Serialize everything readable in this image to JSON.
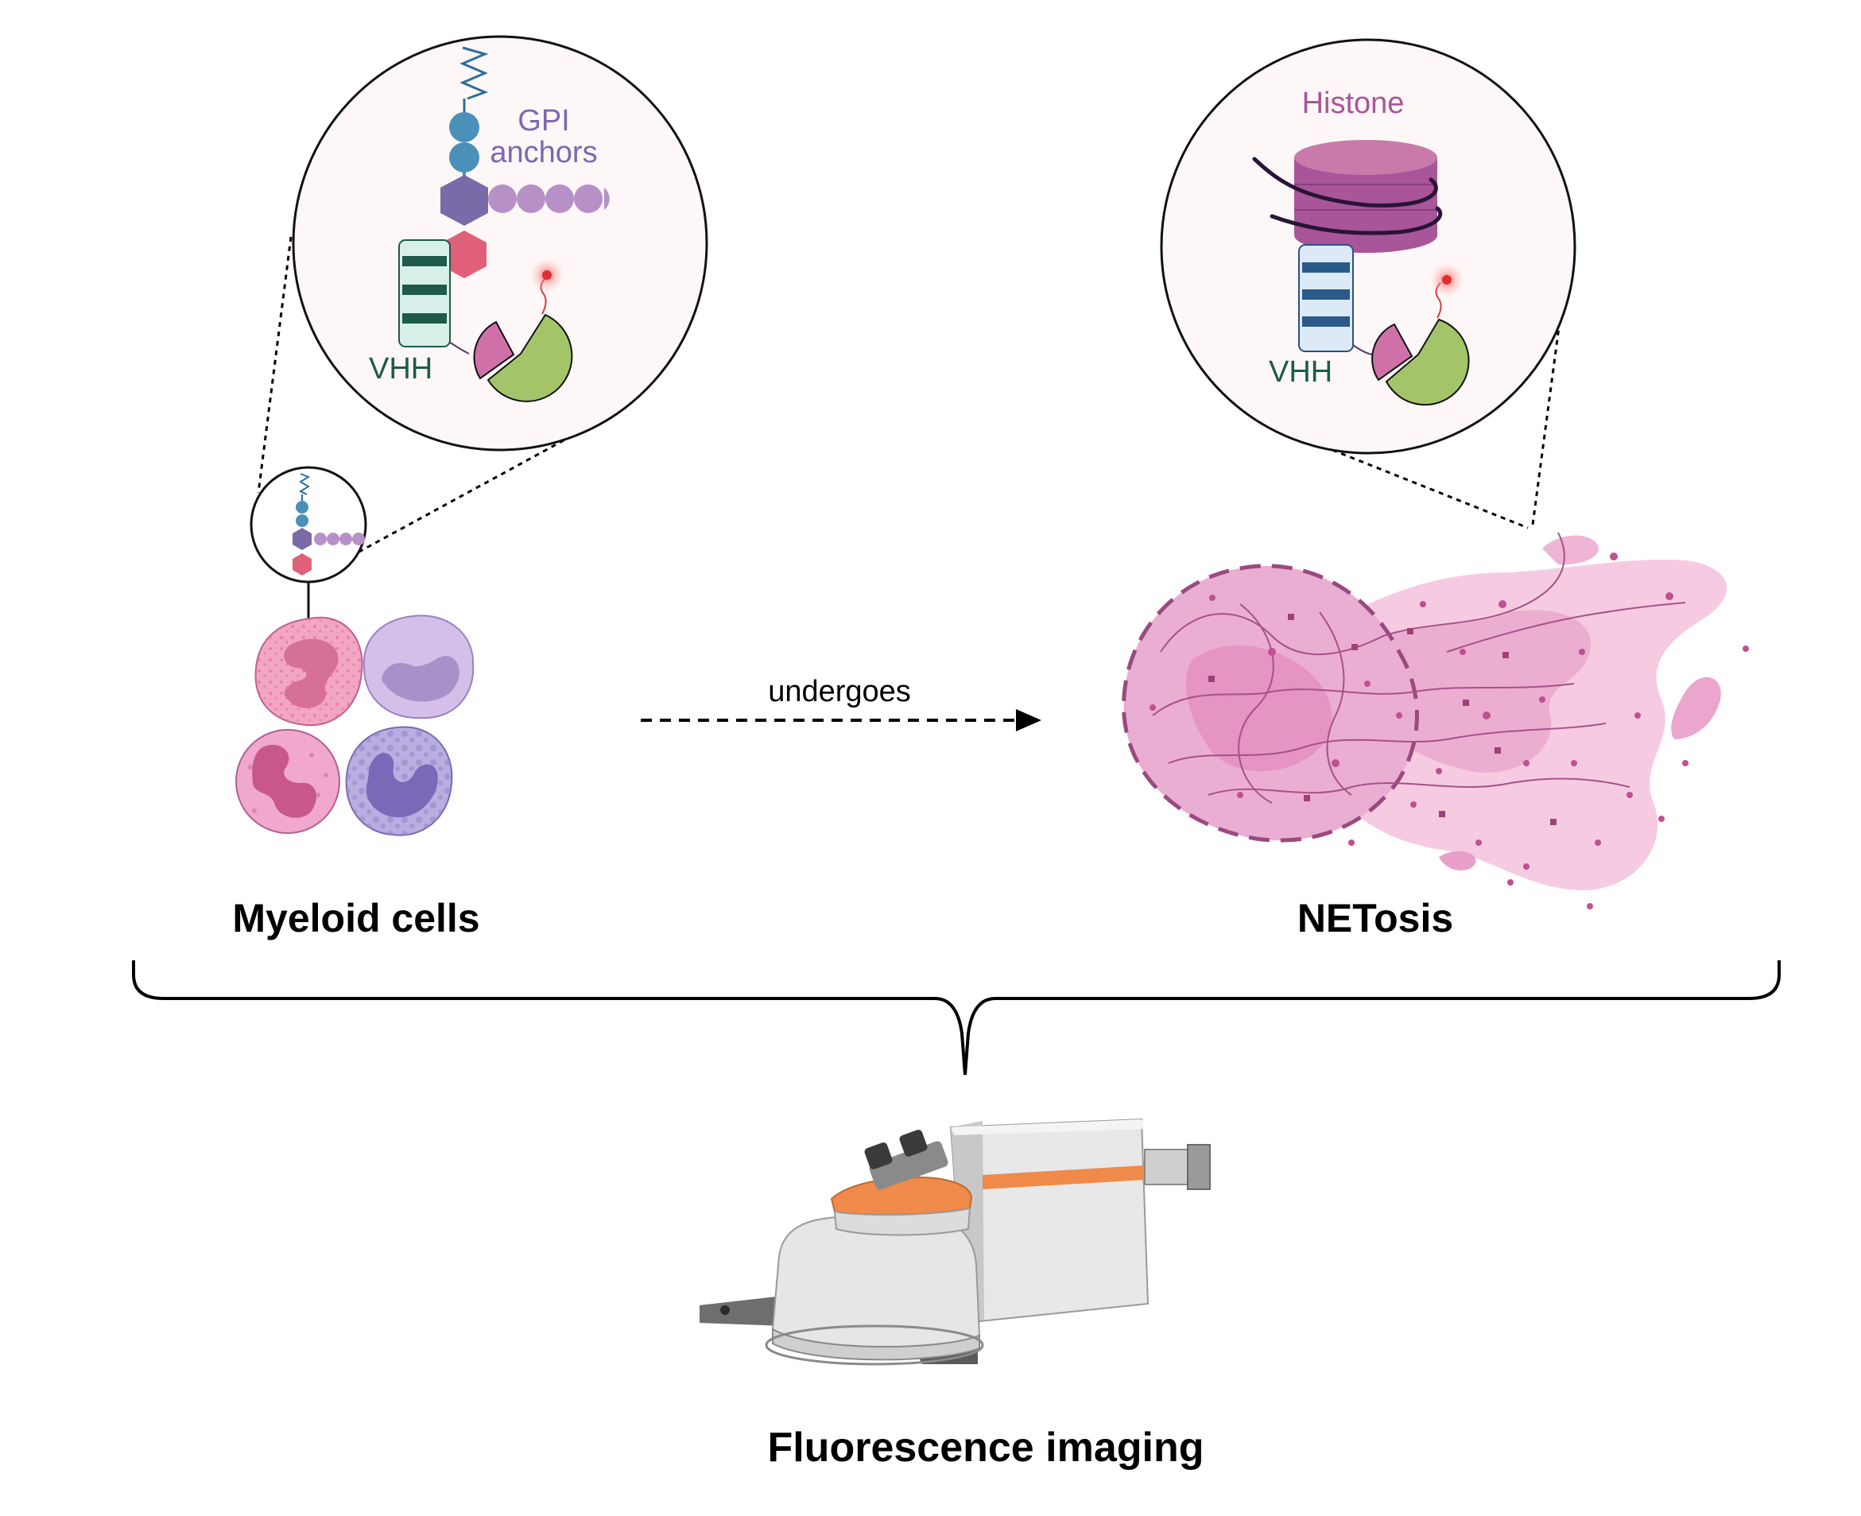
{
  "labels": {
    "gpi_line1": "GPI",
    "gpi_line2": "anchors",
    "vhh_left": "VHH",
    "histone": "Histone",
    "vhh_right": "VHH",
    "undergoes": "undergoes",
    "myeloid_cells": "Myeloid cells",
    "netosis": "NETosis",
    "fluorescence_imaging": "Fluorescence imaging"
  },
  "colors": {
    "gpi_text": "#7b68b0",
    "vhh_text": "#1e5a4a",
    "histone_text": "#a8559a",
    "blue_bead": "#4a90b8",
    "purple_hex": "#7a6aa8",
    "pink_hex": "#e0607a",
    "green_pac": "#a4c46a",
    "pink_wedge": "#d070a8",
    "net_pink": "#e8a0c8",
    "histone_purple": "#a8559a",
    "microscope_orange": "#f08a4a"
  }
}
